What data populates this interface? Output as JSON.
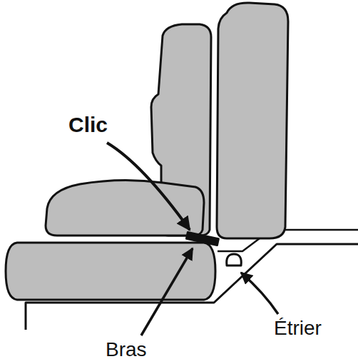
{
  "diagram": {
    "labels": [
      "Clic",
      "Bras",
      "Étrier"
    ]
  }
}
